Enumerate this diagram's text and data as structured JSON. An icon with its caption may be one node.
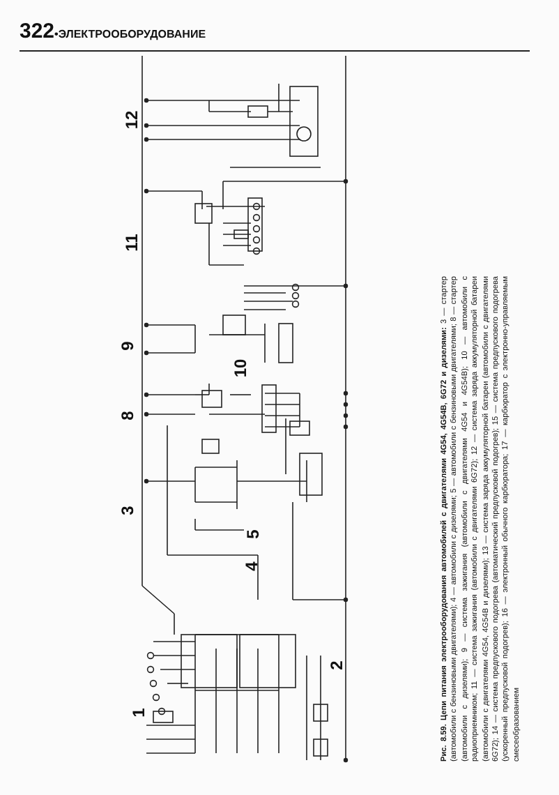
{
  "diagram": {
    "caption": "**Рис. 8.59. Цепи питания электрооборудования автомобилей с двигателями 4G54, 4G54B, 6G72 и дизелями:** 3 — стартер (автомобили с бензиновыми двигателями); 4 — автомобили с дизелями; 5 — автомобили с бензиновыми двигателями; 8 — стартер (автомобили с дизелями); 9 — система зажигания (автомобили с двигателями 4G54 и 4G54B); 10 — автомобили с радиоприемником; 11 — система зажигания (автомобили с двигателями 6G72); 12 — система заряда аккумуляторной батареи (автомобили с двигателями 4G54, 4G54B и дизелями); 13 — система заряда аккумуляторной батареи (автомобили с двигателями 6G72); 14 — система предпускового подогрева (автоматический предпусковой подогрев); 15 — система предпускового подогрева (ускоренный предпусковой подогрев); 16 — электронный обычного карбюратора; 17 — карбюратор с электронно-управляемым смесеобразованием",
    "labels": [
      "322",
      "•ЭЛЕКТРООБОРУДОВАНИЕ",
      "12",
      "11",
      "9",
      "10",
      "8",
      "3",
      "5",
      "4",
      "2",
      "1"
    ]
  }
}
